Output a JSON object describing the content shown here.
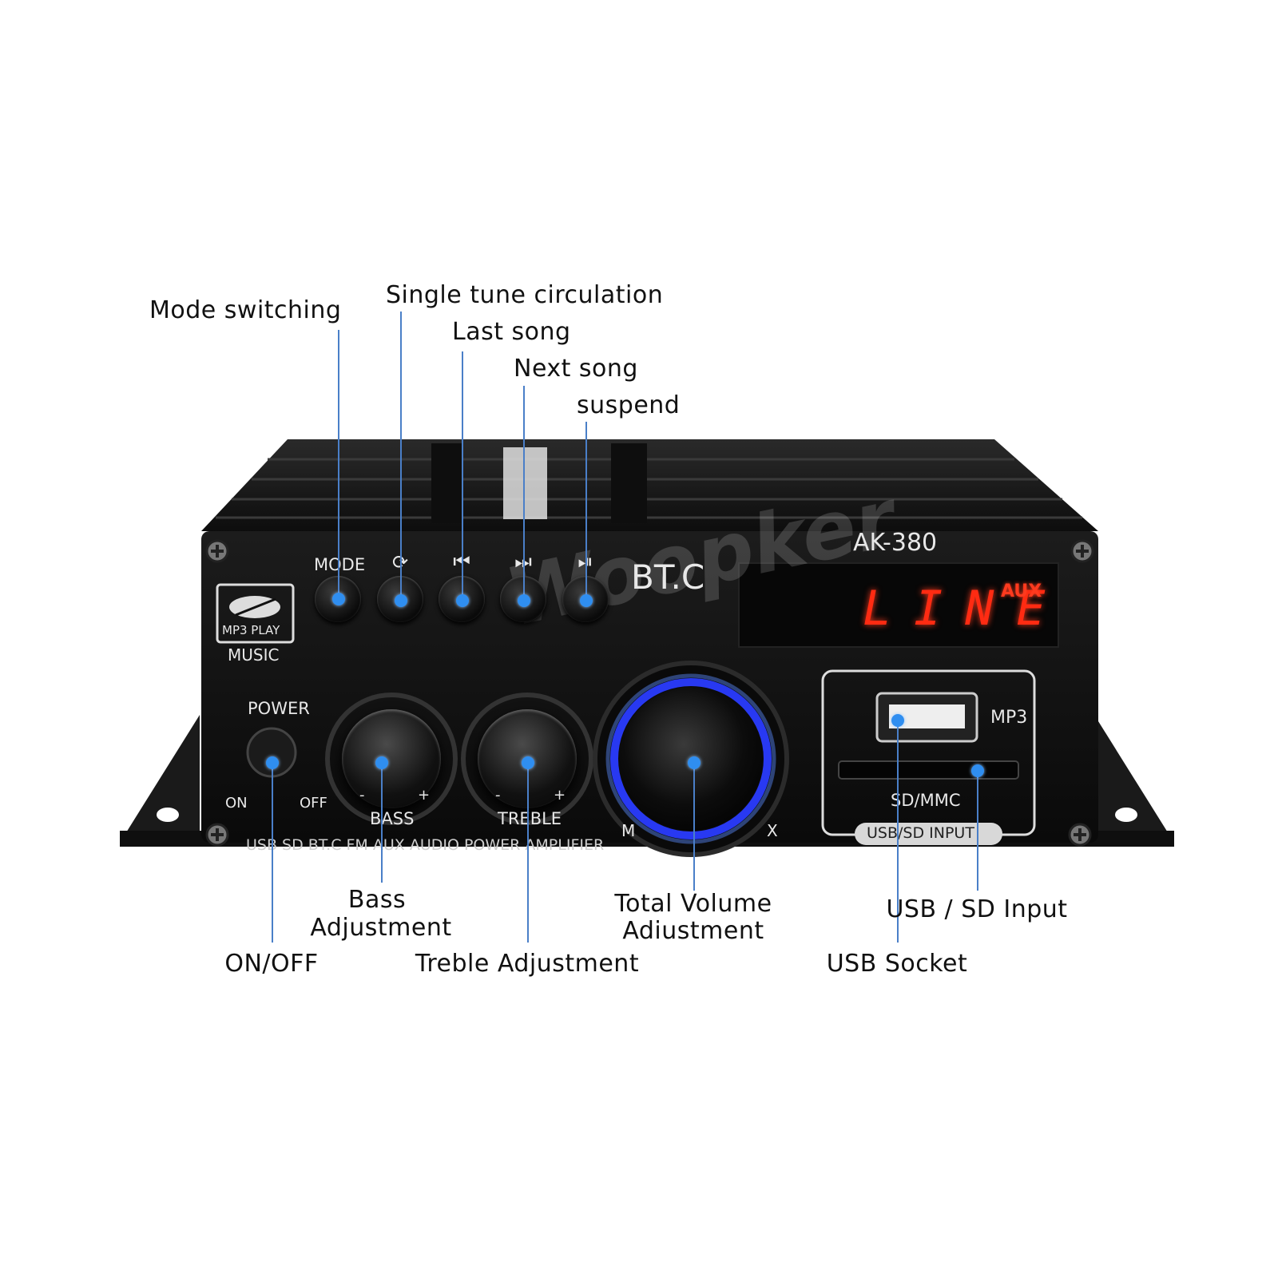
{
  "callouts": {
    "mode_switching": "Mode switching",
    "single_tune": "Single tune circulation",
    "last_song": "Last song",
    "next_song": "Next song",
    "suspend": "suspend",
    "bass_line1": "Bass",
    "bass_line2": "Adjustment",
    "on_off": "ON/OFF",
    "treble_adjustment": "Treble Adjustment",
    "volume_line1": "Total Volume",
    "volume_line2": "Adiustment",
    "usb_sd_input": "USB / SD Input",
    "usb_socket": "USB Socket"
  },
  "device": {
    "model": "AK-380",
    "brand": "BT.C",
    "watermark": "Woopker",
    "mp3_play": "MP3 PLAY",
    "music": "MUSIC",
    "mode_label": "MODE",
    "power_label": "POWER",
    "on_label": "ON",
    "off_label": "OFF",
    "bass_label": "BASS",
    "treble_label": "TREBLE",
    "minus": "-",
    "plus": "+",
    "min_label": "M",
    "max_label": "X",
    "display_text": "LINE",
    "display_badge": "AUX",
    "mp3_label": "MP3",
    "sdmmc_label": "SD/MMC",
    "usb_sd_panel": "USB/SD INPUT",
    "bottom_text": "USB SD BT.C FM AUX AUDIO POWER AMPLIFIER",
    "colors": {
      "body": "#111111",
      "accent_blue": "#2f8ef0",
      "led_red": "#ff2b12",
      "volume_ring": "#2a3cff"
    }
  }
}
